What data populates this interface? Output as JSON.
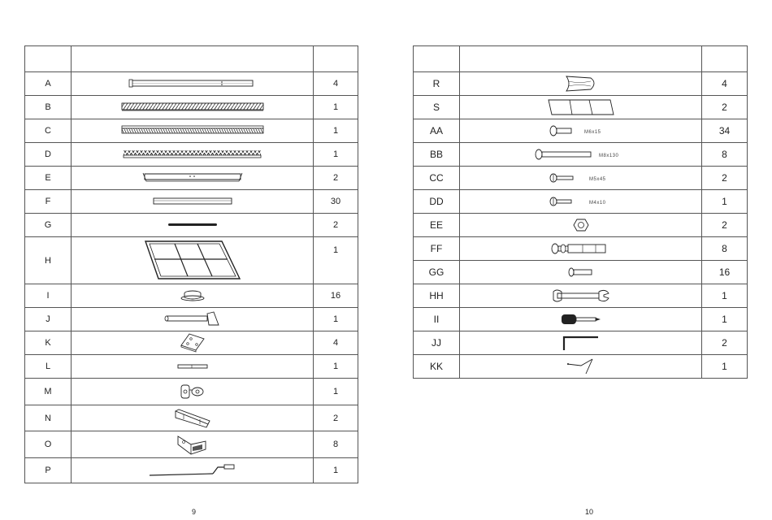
{
  "left_table": {
    "rows": [
      {
        "code": "A",
        "qty": "4"
      },
      {
        "code": "B",
        "qty": "1"
      },
      {
        "code": "C",
        "qty": "1"
      },
      {
        "code": "D",
        "qty": "1"
      },
      {
        "code": "E",
        "qty": "2"
      },
      {
        "code": "F",
        "qty": "30"
      },
      {
        "code": "G",
        "qty": "2"
      },
      {
        "code": "H",
        "qty": "1"
      },
      {
        "code": "I",
        "qty": "16"
      },
      {
        "code": "J",
        "qty": "1"
      },
      {
        "code": "K",
        "qty": "4"
      },
      {
        "code": "L",
        "qty": "1"
      },
      {
        "code": "M",
        "qty": "1"
      },
      {
        "code": "N",
        "qty": "2"
      },
      {
        "code": "O",
        "qty": "8"
      },
      {
        "code": "P",
        "qty": "1"
      }
    ]
  },
  "right_table": {
    "rows": [
      {
        "code": "R",
        "qty": "4"
      },
      {
        "code": "S",
        "qty": "2"
      },
      {
        "code": "AA",
        "qty": "34",
        "size": "M6x15"
      },
      {
        "code": "BB",
        "qty": "8",
        "size": "M8x130"
      },
      {
        "code": "CC",
        "qty": "2",
        "size": "M5x45"
      },
      {
        "code": "DD",
        "qty": "1",
        "size": "M4x10"
      },
      {
        "code": "EE",
        "qty": "2"
      },
      {
        "code": "FF",
        "qty": "8"
      },
      {
        "code": "GG",
        "qty": "16"
      },
      {
        "code": "HH",
        "qty": "1"
      },
      {
        "code": "II",
        "qty": "1"
      },
      {
        "code": "JJ",
        "qty": "2"
      },
      {
        "code": "KK",
        "qty": "1"
      }
    ]
  },
  "page_numbers": {
    "left": "9",
    "right": "10"
  }
}
